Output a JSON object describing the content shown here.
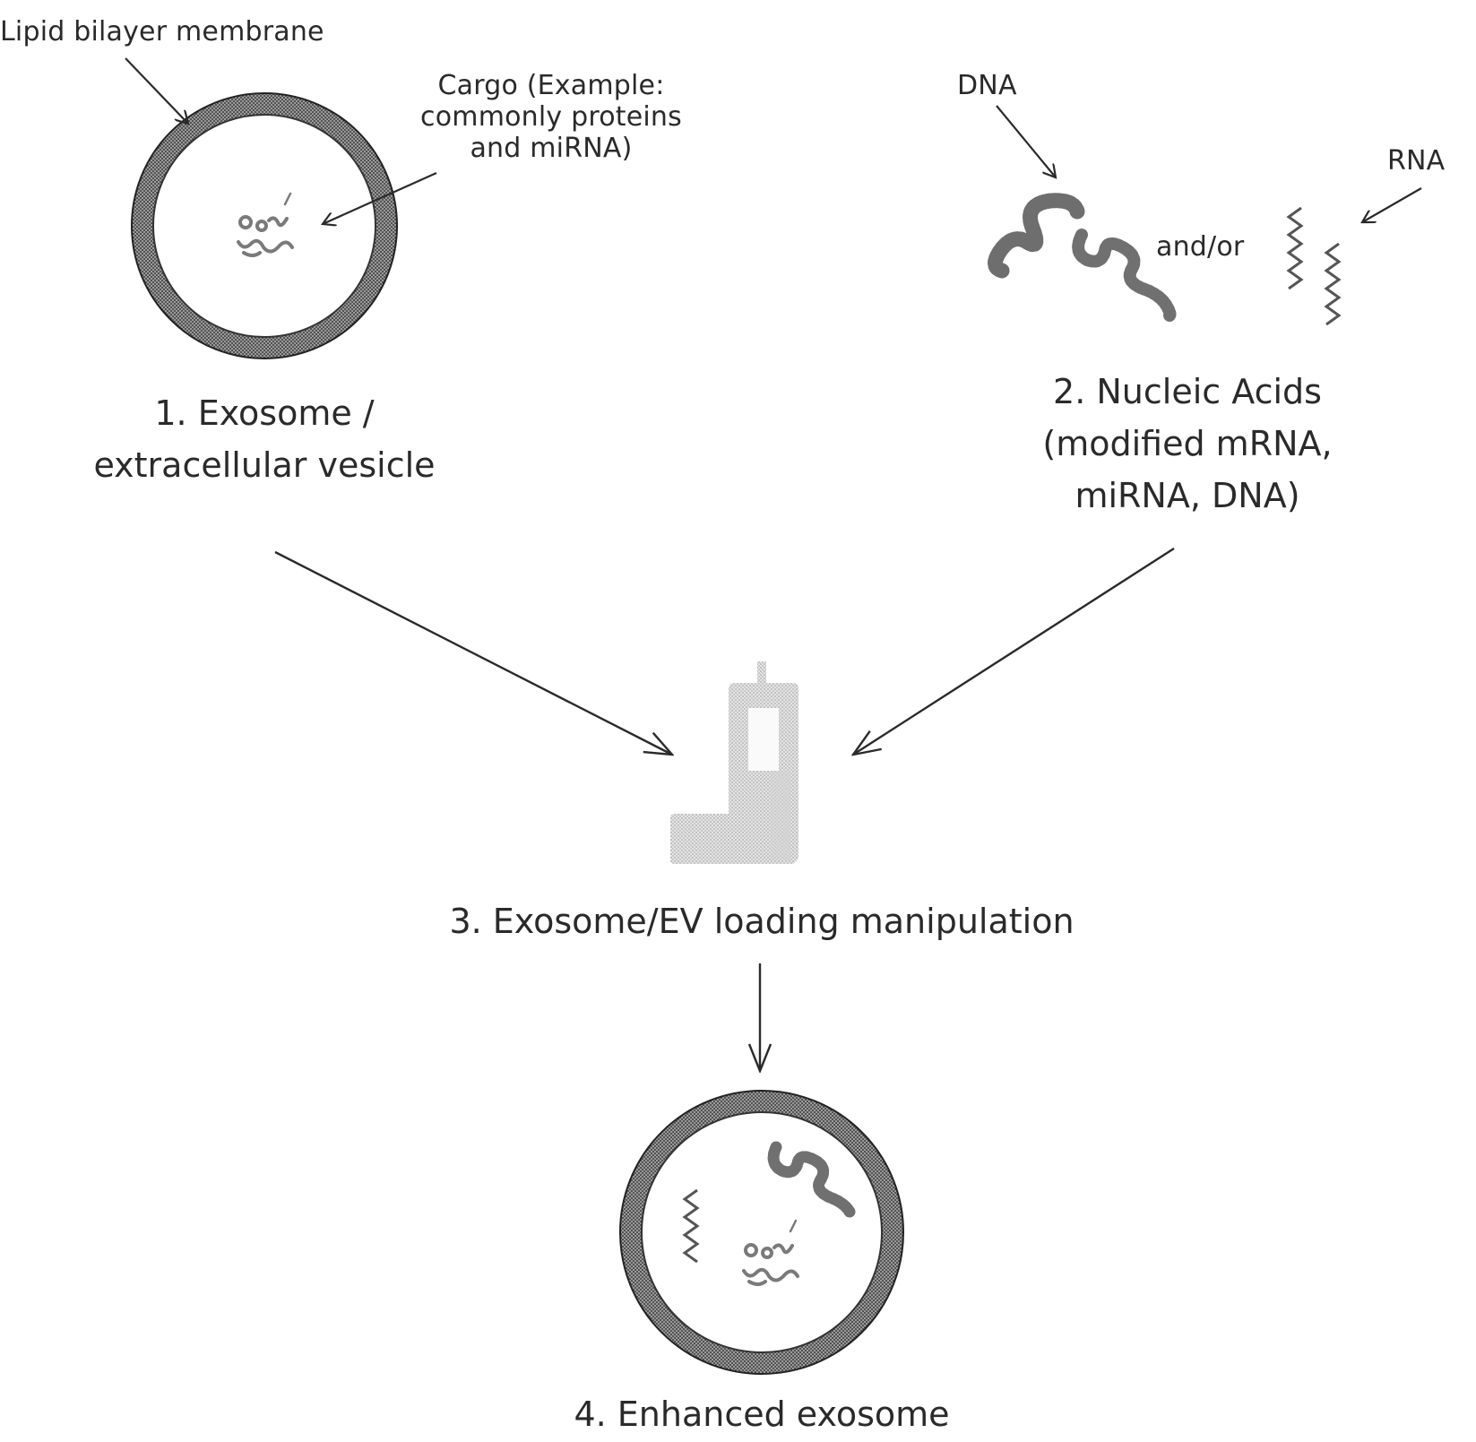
{
  "labels": {
    "membrane": "Lipid bilayer membrane",
    "cargo": [
      "Cargo (Example:",
      "commonly proteins",
      "and miRNA)"
    ],
    "dna": "DNA",
    "rna": "RNA",
    "and_or": "and/or",
    "step1": [
      "1. Exosome /",
      "extracellular vesicle"
    ],
    "step2": [
      "2. Nucleic Acids",
      "(modified mRNA,",
      "miRNA, DNA)"
    ],
    "step3": "3. Exosome/EV loading manipulation",
    "step4": "4. Enhanced exosome"
  },
  "colors": {
    "ink": "#2a2a2a",
    "membrane": "#555555",
    "molecule": "#777777",
    "device": "#cfcfcf"
  }
}
